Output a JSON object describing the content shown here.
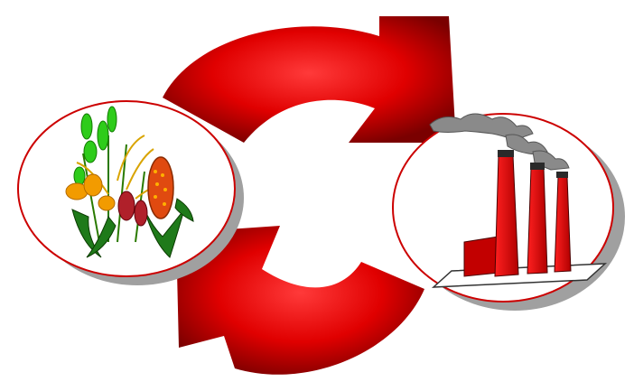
{
  "diagram": {
    "nodes": [
      {
        "id": "crops",
        "icon": "crops-icon"
      },
      {
        "id": "factory",
        "icon": "factory-icon"
      }
    ],
    "arrows": [
      {
        "id": "top-arrow",
        "from": "crops",
        "to": "factory",
        "direction": "clockwise"
      },
      {
        "id": "bottom-arrow",
        "from": "factory",
        "to": "crops",
        "direction": "clockwise"
      }
    ],
    "colors": {
      "arrow_light": "#ff3030",
      "arrow_mid": "#e00000",
      "arrow_dark": "#7a0000",
      "circle_border": "#cc0000",
      "circle_shadow": "#a0a0a0",
      "smoke": "#8a8a8a",
      "chimney": "#e00000"
    }
  }
}
